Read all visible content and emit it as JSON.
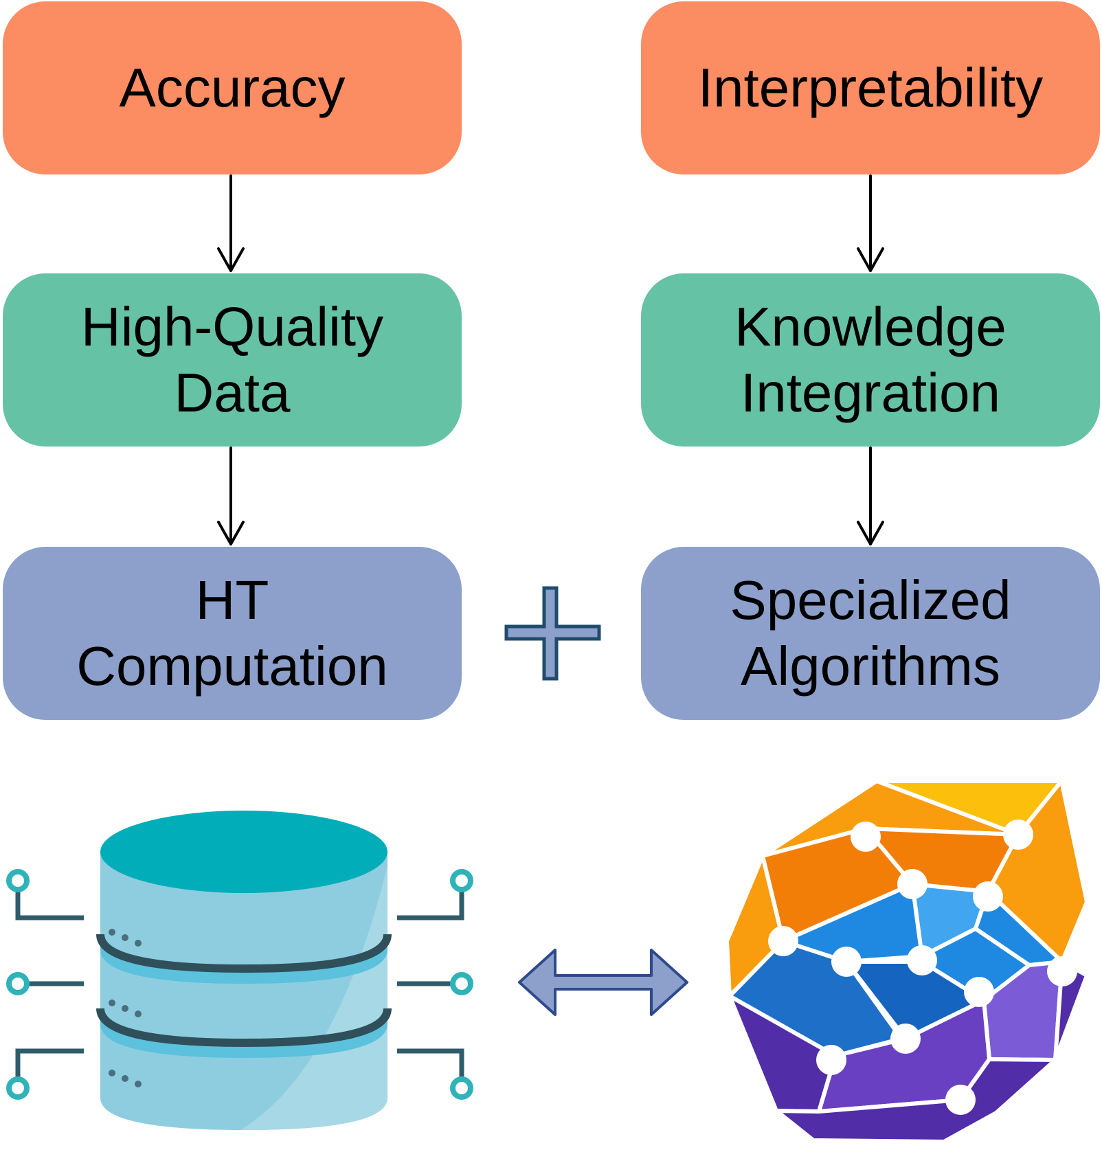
{
  "left_column": {
    "goal": "Accuracy",
    "requirement_line1": "High-Quality",
    "requirement_line2": "Data",
    "method_line1": "HT",
    "method_line2": "Computation"
  },
  "right_column": {
    "goal": "Interpretability",
    "requirement_line1": "Knowledge",
    "requirement_line2": "Integration",
    "method_line1": "Specialized",
    "method_line2": "Algorithms"
  },
  "icons": {
    "connector": "plus-icon",
    "left_illustration": "database-icon",
    "bidirectional": "double-arrow-icon",
    "right_illustration": "knowledge-network-icon"
  },
  "colors": {
    "goal_box": "#FC8D62",
    "requirement_box": "#66C2A5",
    "method_box": "#8DA0CB",
    "arrow": "#000000",
    "plus": "#8DA0CB",
    "plus_outline": "#1E4D6B",
    "double_arrow": "#8DA0CB",
    "double_arrow_outline": "#2E4A8C"
  }
}
